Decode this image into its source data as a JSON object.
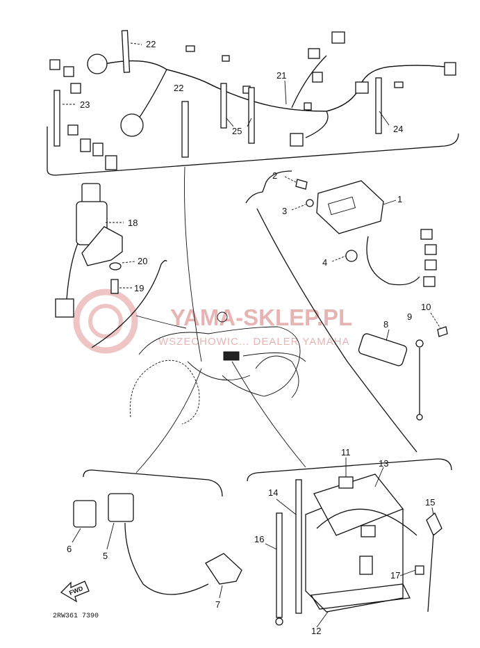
{
  "watermark": {
    "title": "YAMA-SKLEP.PL",
    "subtitle": "WSZECHOWIC... DEALER YAMAHA"
  },
  "diagram_code": "2RW361 7390",
  "direction_marker": "FWD",
  "callouts": [
    {
      "id": "1",
      "text": "1"
    },
    {
      "id": "2",
      "text": "2"
    },
    {
      "id": "3",
      "text": "3"
    },
    {
      "id": "4",
      "text": "4"
    },
    {
      "id": "5",
      "text": "5"
    },
    {
      "id": "6",
      "text": "6"
    },
    {
      "id": "7",
      "text": "7"
    },
    {
      "id": "8",
      "text": "8"
    },
    {
      "id": "9",
      "text": "9"
    },
    {
      "id": "10",
      "text": "10"
    },
    {
      "id": "11",
      "text": "11"
    },
    {
      "id": "12",
      "text": "12"
    },
    {
      "id": "13",
      "text": "13"
    },
    {
      "id": "14",
      "text": "14"
    },
    {
      "id": "15",
      "text": "15"
    },
    {
      "id": "16",
      "text": "16"
    },
    {
      "id": "17",
      "text": "17"
    },
    {
      "id": "18",
      "text": "18"
    },
    {
      "id": "19",
      "text": "19"
    },
    {
      "id": "20",
      "text": "20"
    },
    {
      "id": "21",
      "text": "21"
    },
    {
      "id": "22a",
      "text": "22"
    },
    {
      "id": "22b",
      "text": "22"
    },
    {
      "id": "23",
      "text": "23"
    },
    {
      "id": "24",
      "text": "24"
    },
    {
      "id": "25",
      "text": "25"
    }
  ]
}
